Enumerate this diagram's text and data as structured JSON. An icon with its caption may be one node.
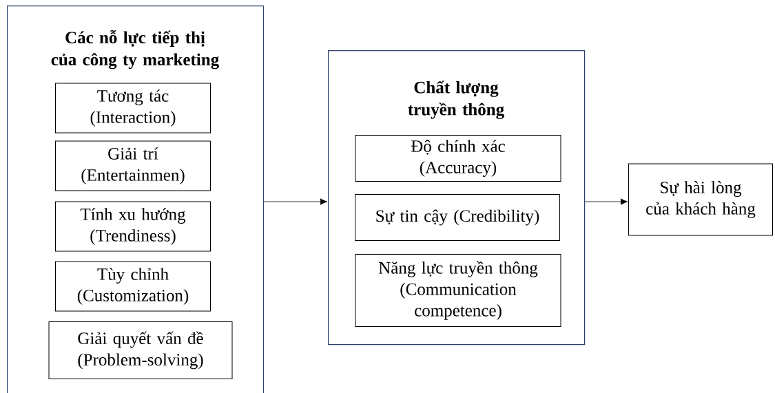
{
  "diagram": {
    "nodes": [
      {
        "text": [
          "Các nỗ lực tiếp thị của công ty marketing"
        ]
      },
      {
        "text": [
          "Tương tác (Interaction)"
        ],
        "in": 0
      },
      {
        "text": [
          "Giải trí (Entertainmen)"
        ],
        "in": 0
      },
      {
        "text": [
          "Tính xu hướng (Trendiness)"
        ],
        "in": 0
      },
      {
        "text": [
          "Tùy chỉnh (Customization)"
        ],
        "in": 0
      },
      {
        "text": [
          "Giải quyết vấn đề (Problem-solving)"
        ],
        "in": 0
      },
      {
        "text": [
          "Chất lượng truyền thông"
        ]
      },
      {
        "text": [
          "Độ chính xác (Accuracy)"
        ],
        "in": 6
      },
      {
        "text": [
          "Sự tin cậy (Credibility)"
        ],
        "in": 6
      },
      {
        "text": [
          "Năng lực truyền thông (Communication competence)"
        ],
        "in": 6
      },
      {
        "text": [
          "Sự hài lòng của khách hàng"
        ]
      }
    ],
    "edges": [
      {
        "from": 0,
        "to": 6,
        "arrow": "to"
      },
      {
        "from": 6,
        "to": 10,
        "arrow": "to"
      }
    ]
  }
}
